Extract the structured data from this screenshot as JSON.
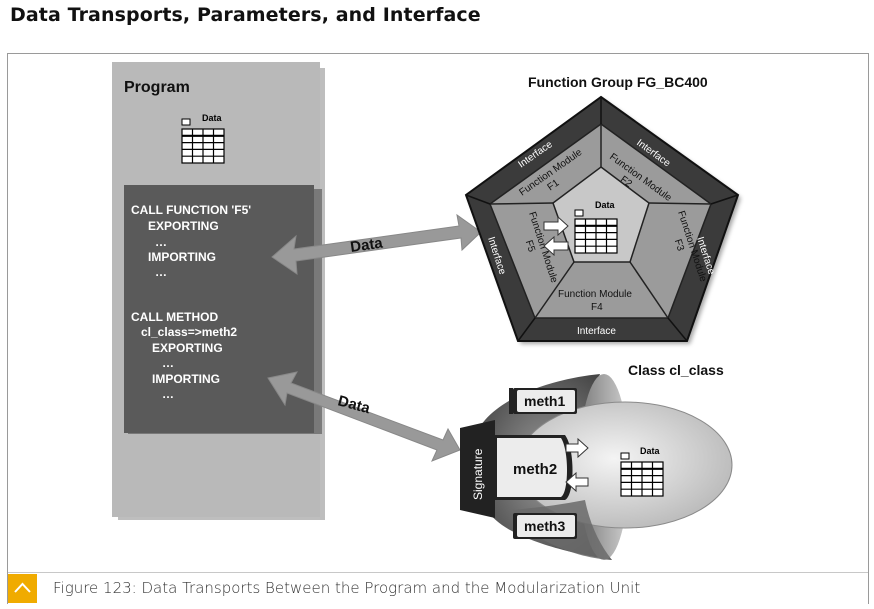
{
  "page_title": "Data Transports, Parameters, and Interface",
  "caption": "Figure 123: Data Transports Between the Program and the Modularization Unit",
  "program": {
    "title": "Program",
    "data_label": "Data",
    "code_lines": [
      "CALL FUNCTION 'F5'",
      "EXPORTING",
      "…",
      "IMPORTING",
      "…",
      "CALL METHOD",
      "cl_class=>meth2",
      "EXPORTING",
      "…",
      "IMPORTING",
      "…"
    ]
  },
  "arrows": {
    "top_label": "Data",
    "bottom_label": "Data"
  },
  "function_group": {
    "title": "Function Group  FG_BC400",
    "center_data_label": "Data",
    "interface_label": "Interface",
    "modules": [
      "Function Module F1",
      "Function Module F2",
      "Function Module F3",
      "Function Module F4",
      "Function Module F5"
    ],
    "module_lines": [
      [
        "Function Module",
        "F1"
      ],
      [
        "Function Module",
        "F2"
      ],
      [
        "Function Module",
        "F3"
      ],
      [
        "Function Module",
        "F4"
      ],
      [
        "Function Module",
        "F5"
      ]
    ]
  },
  "class": {
    "title": "Class cl_class",
    "signature_label": "Signature",
    "methods": [
      "meth1",
      "meth2",
      "meth3"
    ],
    "data_label": "Data"
  }
}
